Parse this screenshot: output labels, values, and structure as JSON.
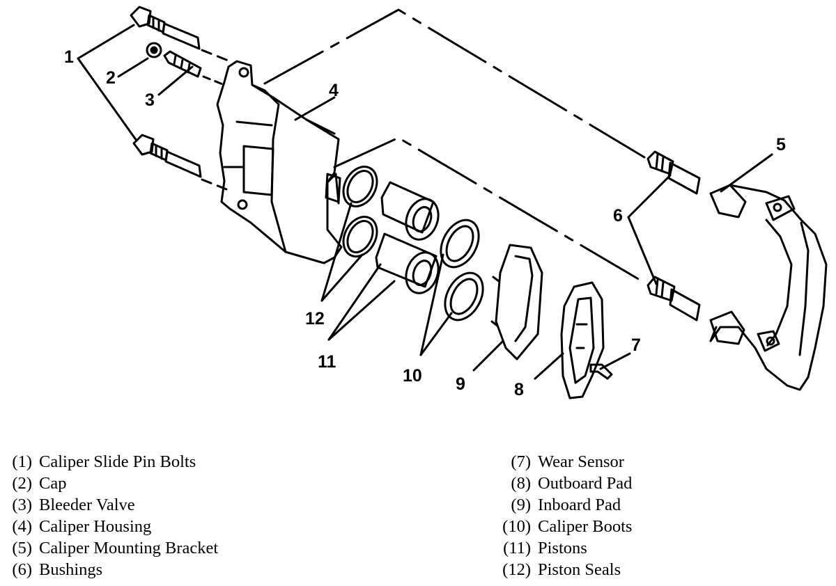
{
  "callouts": [
    "1",
    "2",
    "3",
    "4",
    "5",
    "6",
    "7",
    "8",
    "9",
    "10",
    "11",
    "12"
  ],
  "legend": [
    {
      "num": "(1)",
      "label": "Caliper Slide Pin Bolts"
    },
    {
      "num": "(2)",
      "label": "Cap"
    },
    {
      "num": "(3)",
      "label": "Bleeder Valve"
    },
    {
      "num": "(4)",
      "label": "Caliper Housing"
    },
    {
      "num": "(5)",
      "label": "Caliper Mounting Bracket"
    },
    {
      "num": "(6)",
      "label": "Bushings"
    },
    {
      "num": "(7)",
      "label": "Wear Sensor"
    },
    {
      "num": "(8)",
      "label": "Outboard Pad"
    },
    {
      "num": "(9)",
      "label": "Inboard Pad"
    },
    {
      "num": "(10)",
      "label": "Caliper Boots"
    },
    {
      "num": "(11)",
      "label": "Pistons"
    },
    {
      "num": "(12)",
      "label": "Piston Seals"
    }
  ]
}
